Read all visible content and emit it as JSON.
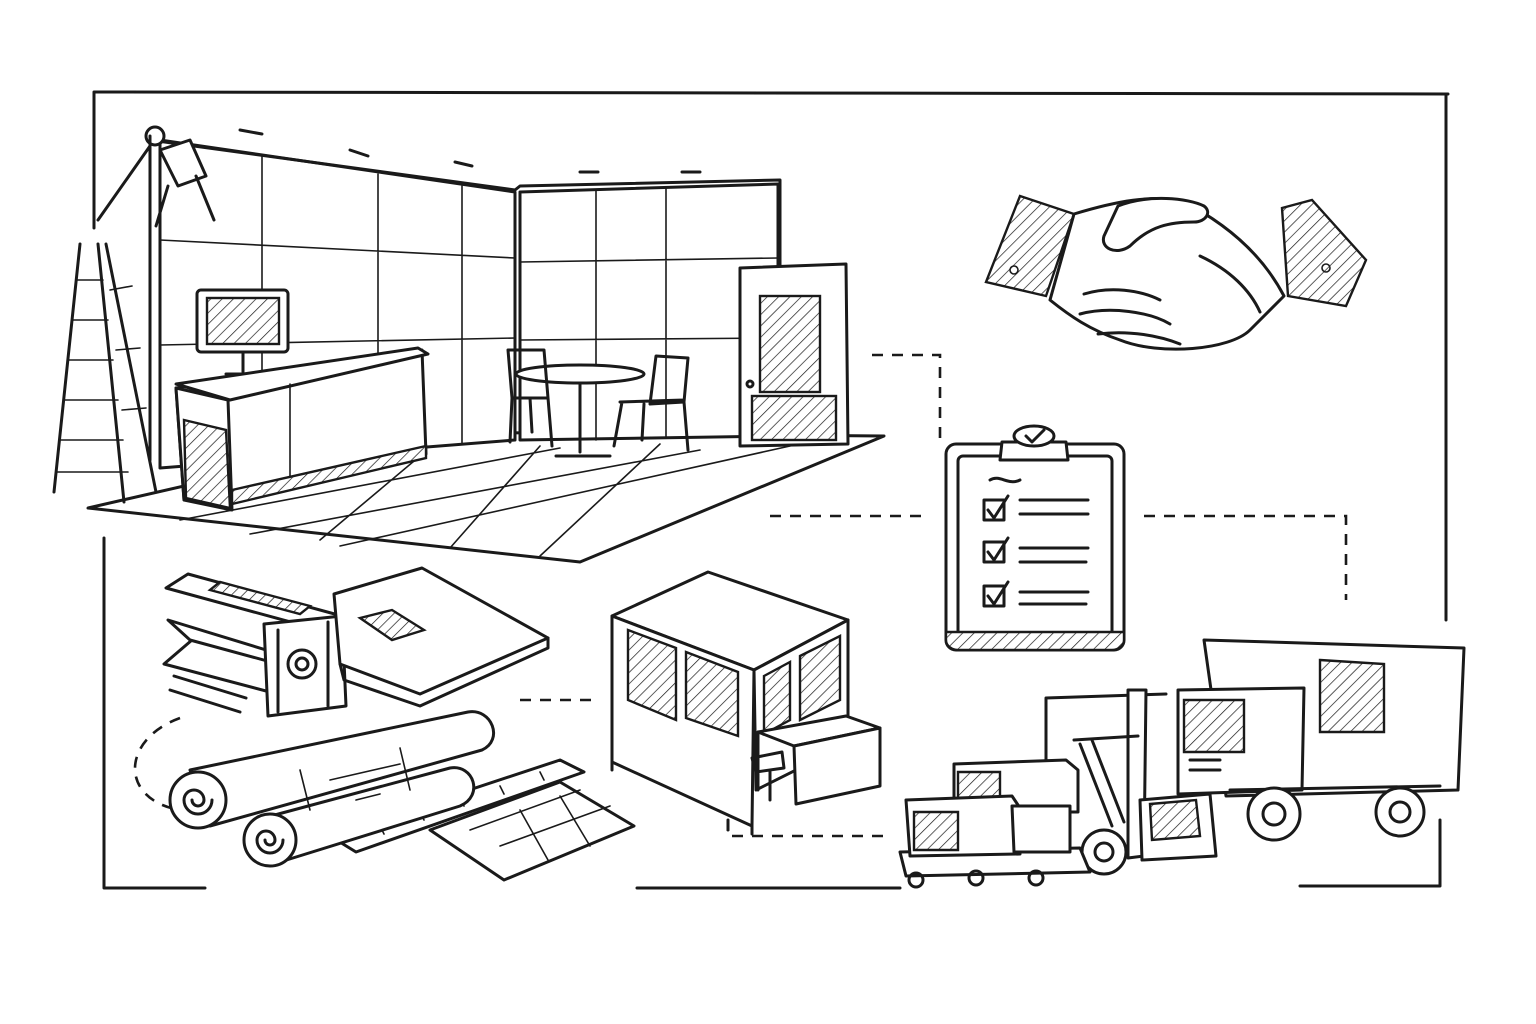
{
  "illustration": {
    "style": "monochrome line drawing",
    "ink_color": "#1a1a1a",
    "background_color": "#ffffff",
    "items": [
      {
        "key": "exhibition-booth",
        "icon": "exhibition-booth-icon"
      },
      {
        "key": "handshake",
        "icon": "handshake-icon"
      },
      {
        "key": "checklist",
        "icon": "clipboard-checklist-icon"
      },
      {
        "key": "materials",
        "icon": "material-rolls-icon"
      },
      {
        "key": "blueprints",
        "icon": "blueprint-rolls-icon"
      },
      {
        "key": "booth-module",
        "icon": "booth-cube-icon"
      },
      {
        "key": "logistics",
        "icon": "forklift-truck-icon"
      }
    ]
  }
}
